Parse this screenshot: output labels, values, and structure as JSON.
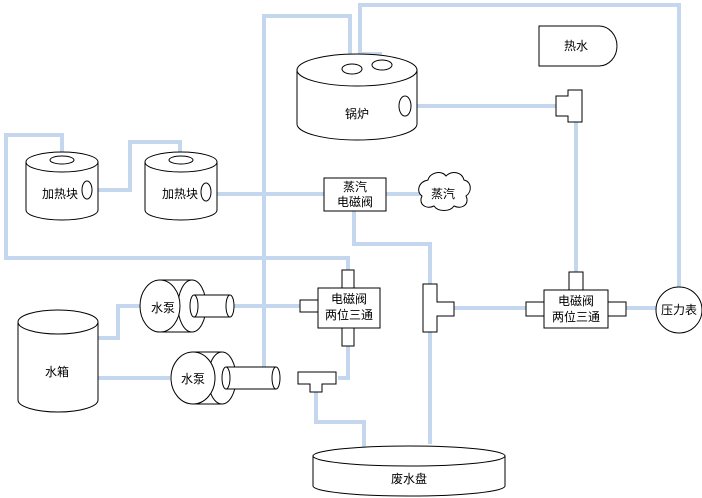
{
  "colors": {
    "pipe": "#c5d7ee",
    "outline": "#000000",
    "background": "#ffffff"
  },
  "labels": {
    "boiler": "锅炉",
    "hot_water": "热水",
    "heater_1": "加热块",
    "heater_2": "加热块",
    "steam_valve_line1": "蒸汽",
    "steam_valve_line2": "电磁阀",
    "steam_cloud": "蒸汽",
    "valve_left_line1": "电磁阀",
    "valve_left_line2": "两位三通",
    "valve_right_line1": "电磁阀",
    "valve_right_line2": "两位三通",
    "pressure_gauge": "压力表",
    "pump_1": "水泵",
    "pump_2": "水泵",
    "water_tank": "水箱",
    "waste_tray": "废水盘"
  }
}
